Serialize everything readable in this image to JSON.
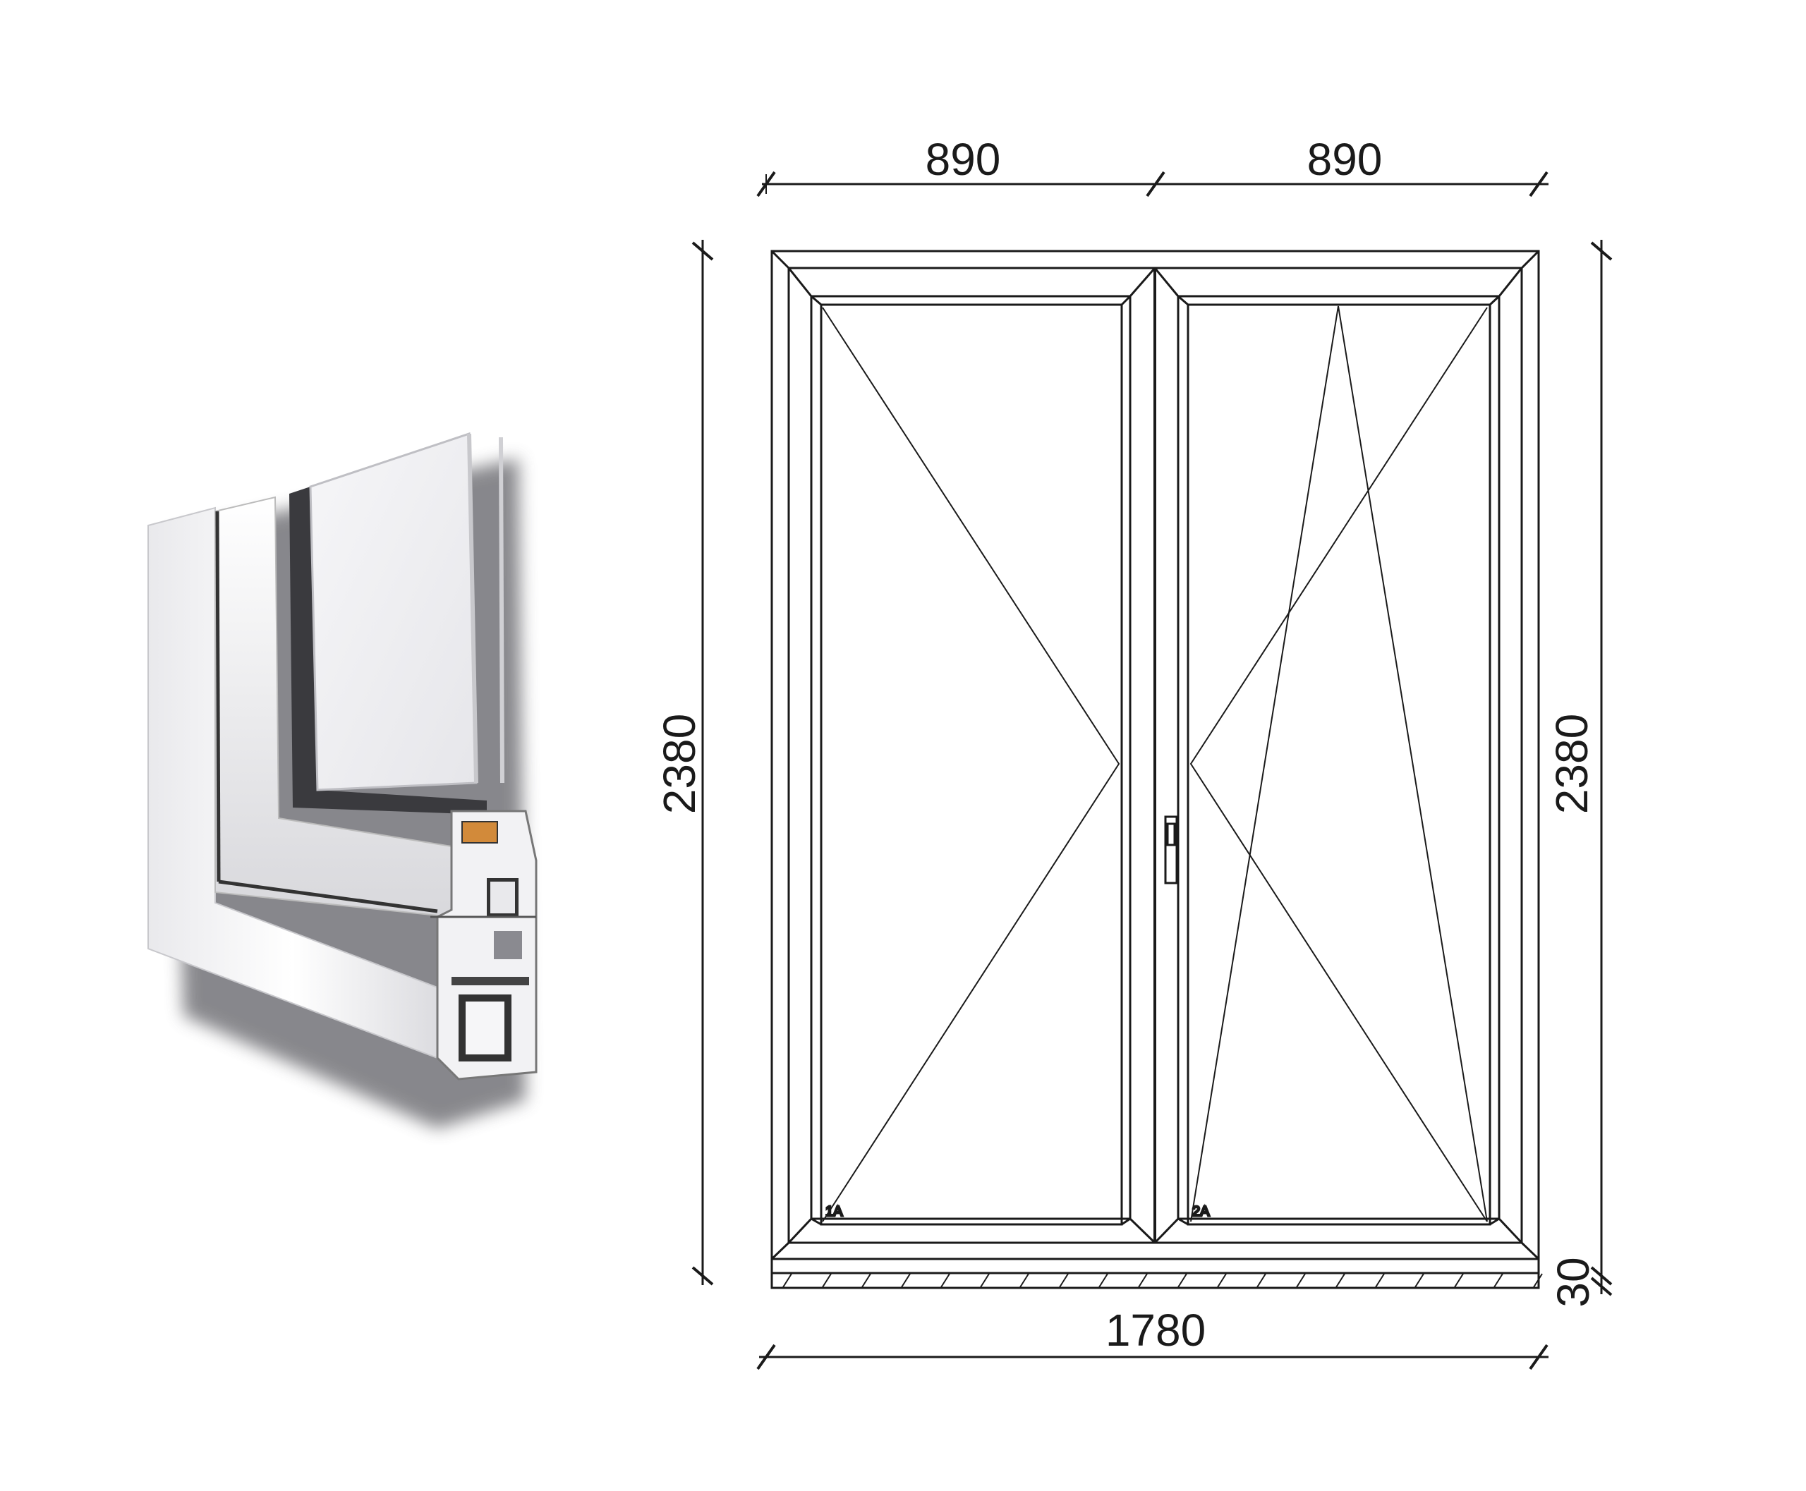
{
  "dimensions": {
    "top_left_width": "890",
    "top_right_width": "890",
    "total_width": "1780",
    "left_height": "2380",
    "right_height": "2380",
    "sill_height": "30"
  },
  "sashes": {
    "left_label": "1A",
    "right_label": "2A"
  },
  "colors": {
    "line": "#1a1a1a",
    "background": "#ffffff"
  }
}
